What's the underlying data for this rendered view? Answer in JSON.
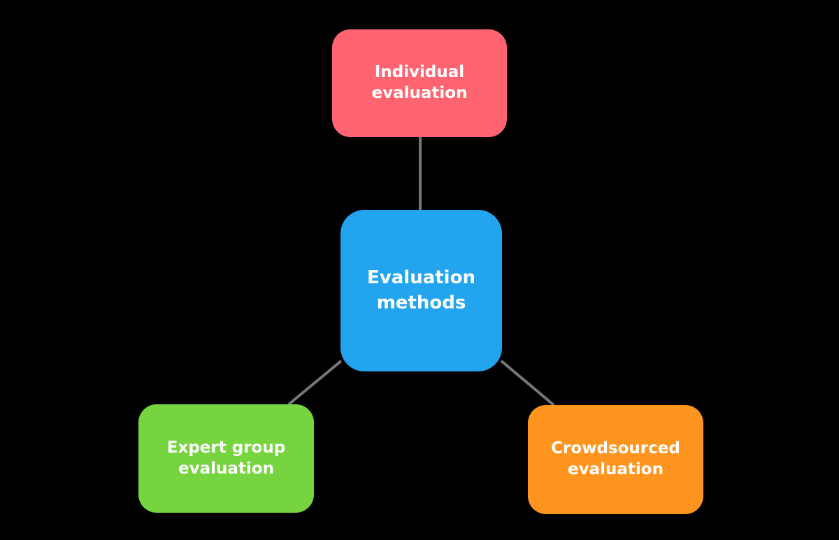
{
  "diagram": {
    "type": "hub-and-spoke",
    "center": {
      "lines": [
        "Evaluation",
        "methods"
      ],
      "color": "#22A5EE"
    },
    "nodes": [
      {
        "id": "top",
        "lines": [
          "Individual",
          "evaluation"
        ],
        "color": "#FF6470"
      },
      {
        "id": "left",
        "lines": [
          "Expert group",
          "evaluation"
        ],
        "color": "#76D53E"
      },
      {
        "id": "right",
        "lines": [
          "Crowdsourced",
          "evaluation"
        ],
        "color": "#FF951E"
      }
    ],
    "connector_color": "#777777",
    "background": "#000000"
  }
}
